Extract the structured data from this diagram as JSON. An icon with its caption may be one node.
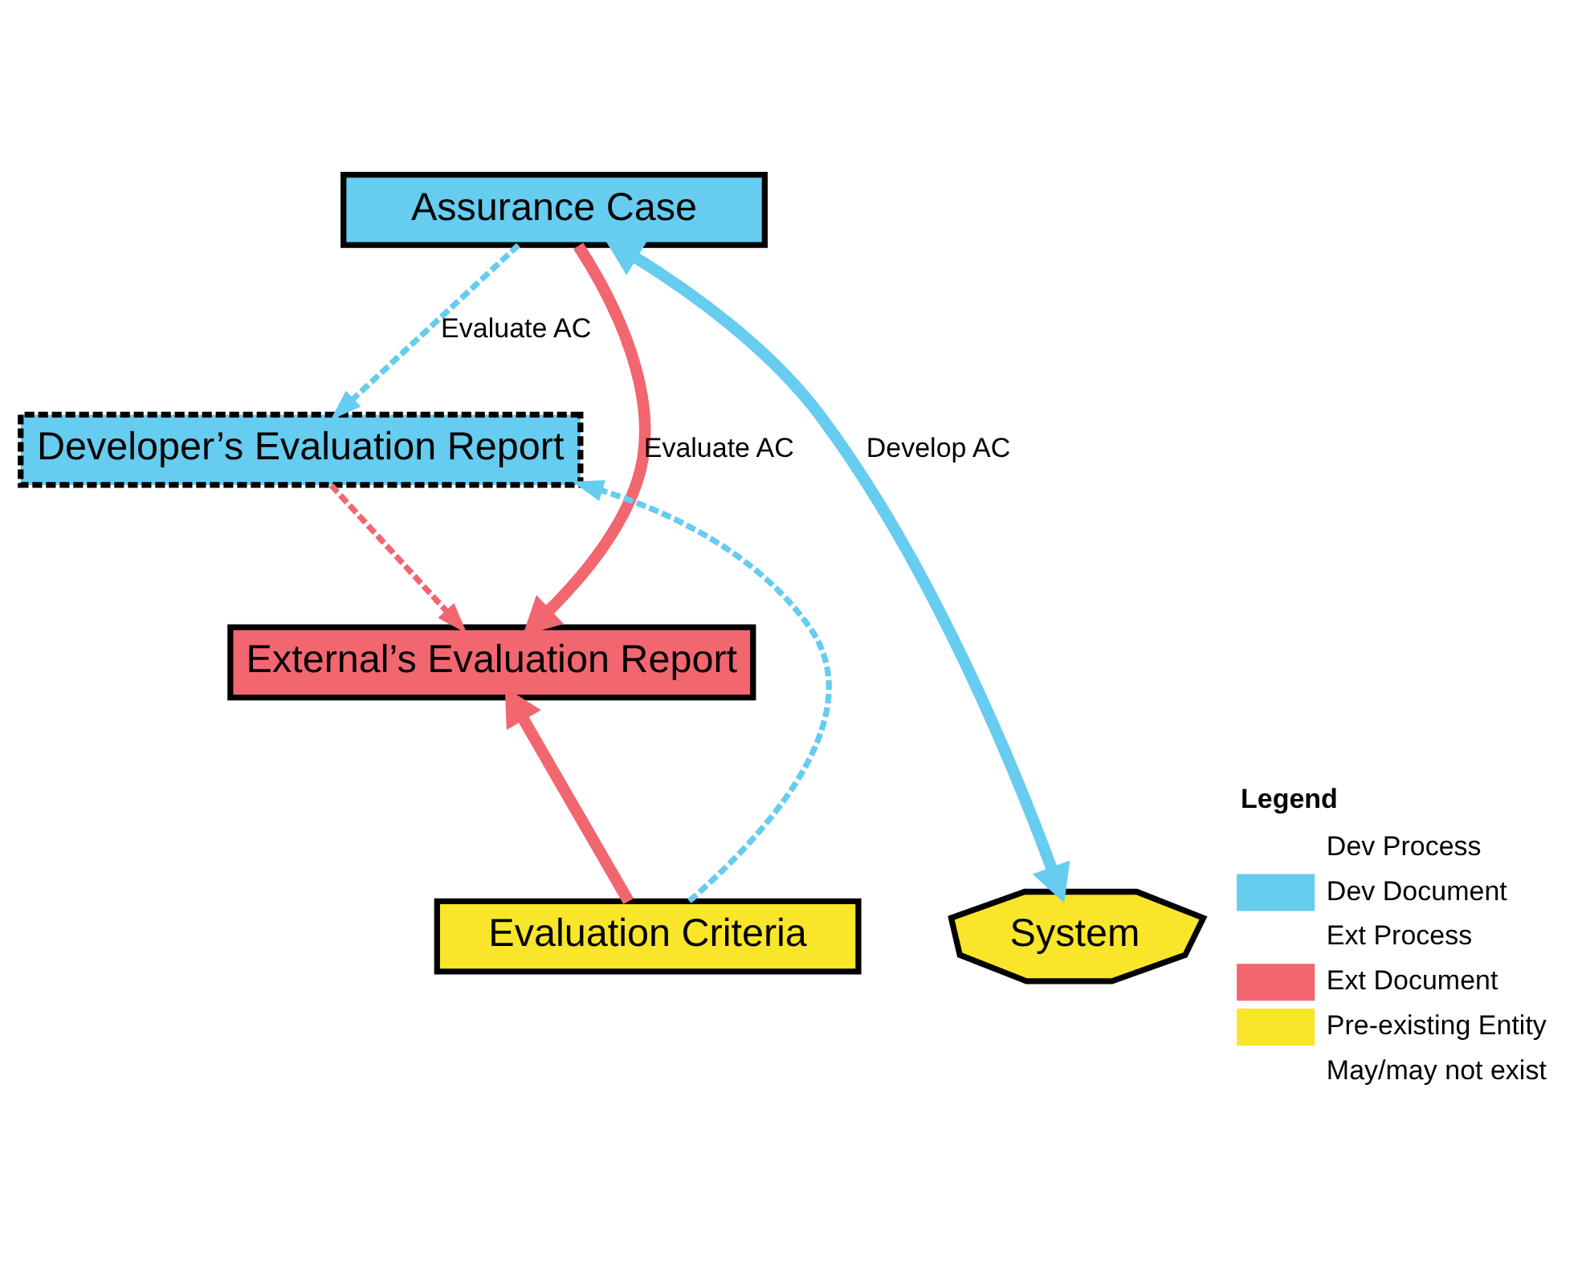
{
  "diagram": {
    "nodes": [
      {
        "text": [
          "Assurance Case"
        ]
      },
      {
        "text": [
          "System"
        ]
      },
      {
        "text": [
          "Developer’s Evaluation Report"
        ]
      },
      {
        "text": [
          "External’s Evaluation Report"
        ]
      },
      {
        "text": [
          "Evaluation Criteria"
        ]
      }
    ],
    "edges": [
      {
        "from": 1,
        "to": 0,
        "arrow": "both",
        "label": "Develop AC",
        "color": "#66ccf0",
        "style": "thick"
      },
      {
        "from": 0,
        "to": 2,
        "arrow": "to",
        "label": "Evaluate AC",
        "color": "#66ccf0",
        "style": "dashed"
      },
      {
        "from": 4,
        "to": 2,
        "arrow": "to",
        "color": "#66ccf0",
        "style": "dashed"
      },
      {
        "from": 0,
        "to": 3,
        "arrow": "to",
        "label": "Evaluate AC",
        "color": "#f26670",
        "style": "thick"
      },
      {
        "from": 4,
        "to": 3,
        "arrow": "to",
        "color": "#f26670",
        "style": "thick"
      },
      {
        "from": 2,
        "to": 3,
        "arrow": "to",
        "color": "#f26670",
        "style": "dashed"
      }
    ],
    "labels": [
      "Legend"
    ],
    "legend": [
      {
        "text": "Dev Process"
      },
      {
        "text": "Dev Document",
        "color": "#66ccf0"
      },
      {
        "text": "Ext Process"
      },
      {
        "text": "Ext Document",
        "color": "#f26670"
      },
      {
        "text": "Pre-existing Entity",
        "color": "#f9e52a"
      },
      {
        "text": "May/may not exist"
      }
    ]
  }
}
